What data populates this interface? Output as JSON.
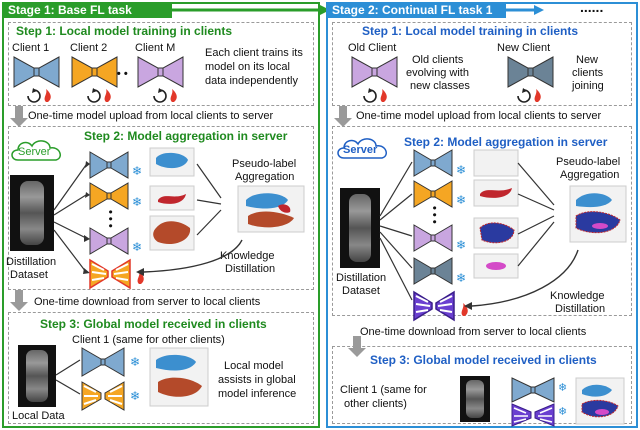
{
  "stage1": {
    "title": "Stage 1: Base FL task",
    "step1": "Step 1: Local model training in clients",
    "client1": "Client 1",
    "client2": "Client 2",
    "clientM": "Client M",
    "ellipsis": "• • •",
    "client_desc": [
      "Each client trains its",
      "model on its local",
      "data independently"
    ],
    "upload": "One-time model upload from local clients to server",
    "step2": "Step 2: Model aggregation in server",
    "server": "Server",
    "pseudo": [
      "Pseudo-label",
      "Aggregation"
    ],
    "kd": [
      "Knowledge",
      "Distillation"
    ],
    "distill": [
      "Distillation",
      "Dataset"
    ],
    "download": "One-time download from server to local clients",
    "step3": "Step 3: Global model received in clients",
    "client1_same": "Client 1 (same for other clients)",
    "local_model": [
      "Local model",
      "assists in global",
      "model inference"
    ],
    "local_data": "Local Data"
  },
  "stage2": {
    "title": "Stage 2: Continual FL task 1",
    "dots": "......",
    "step1": "Step 1: Local model training in clients",
    "old_client": "Old Client",
    "new_client": "New Client",
    "old_desc": [
      "Old clients",
      "evolving with",
      "new classes"
    ],
    "new_desc": [
      "New",
      "clients",
      "joining"
    ],
    "upload": "One-time model upload from local clients to server",
    "step2": "Step 2: Model aggregation in server",
    "server": "Server",
    "pseudo": [
      "Pseudo-label",
      "Aggregation"
    ],
    "kd": [
      "Knowledge",
      "Distillation"
    ],
    "distill": [
      "Distillation",
      "Dataset"
    ],
    "download": "One-time download from server to local clients",
    "step3": "Step 3: Global model received in clients",
    "client1_same": [
      "Client 1 (same for",
      "other clients)"
    ]
  },
  "colors": {
    "stage1": "#2a9d2a",
    "stage2": "#2c8fd6",
    "blue_model": "#7fa9cf",
    "orange_model": "#f5a623",
    "purple_model": "#c9a6e0",
    "gray_model": "#6b8396"
  }
}
